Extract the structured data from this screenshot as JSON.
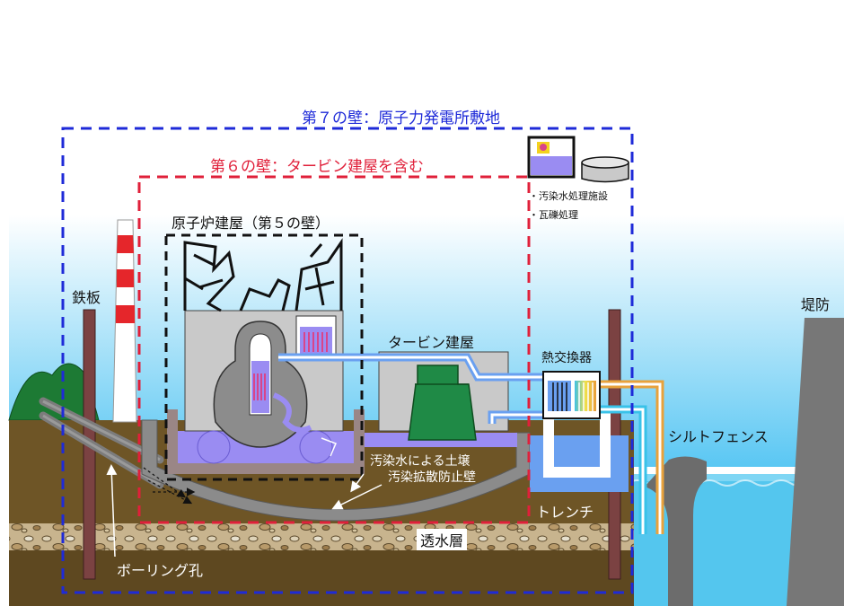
{
  "labels": {
    "wall7": "第７の壁：原子力発電所敷地",
    "wall6": "第６の壁：タービン建屋を含む",
    "reactor_building": "原子炉建屋（第５の壁）",
    "turbine_building": "タービン建屋",
    "heat_exchanger": "熱交換器",
    "steel_plate": "鉄板",
    "embankment": "堤防",
    "silt_fence": "シルトフェンス",
    "contaminated_soil": "汚染水による土壌",
    "diffusion_wall": "汚染拡散防止壁",
    "trench": "トレンチ",
    "permeable_layer": "透水層",
    "boring_hole": "ボーリング孔",
    "water_facility": "・汚染水処理施設",
    "debris": "・瓦礫処理"
  },
  "colors": {
    "sky": "#5ac7f3",
    "sea": "#54c6ee",
    "soil": "#6e5526",
    "gravel_layer": "#c8b48e",
    "wall7_line": "#1e2ad8",
    "wall6_line": "#e0203a",
    "wall5_line": "#111111",
    "building_gray": "#c9c9c9",
    "contaminated_water": "#9a8cf2",
    "hot_pink": "#d9448a",
    "turbine_green": "#1f8a46",
    "pile": "#7b4242",
    "pipe_orange": "#e8a23c",
    "pipe_cyan": "#39c2e8"
  },
  "icons": [
    "radiation-warning-icon",
    "storage-tank-icon"
  ]
}
